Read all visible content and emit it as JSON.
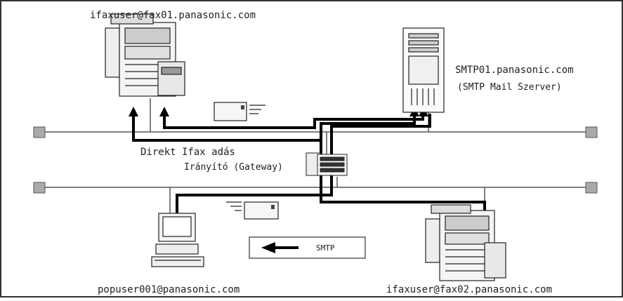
{
  "labels": {
    "fax01": "ifaxuser@fax01.panasonic.com",
    "smtp_host": "SMTP01.panasonic.com",
    "smtp_desc": "(SMTP Mail Szerver)",
    "direct": "Direkt Ifax adás",
    "gateway": "Irányító (Gateway)",
    "smtp_arrow": "SMTP",
    "pc": "popuser001@panasonic.com",
    "fax02": "ifaxuser@fax02.panasonic.com"
  },
  "colors": {
    "line_heavy": "#000000",
    "line_thin": "#555555",
    "terminator": "#aaaaaa",
    "text": "#222222"
  },
  "icons": {
    "fax01": "multifunction-printer-icon",
    "fax02": "multifunction-printer-icon",
    "server": "server-tower-icon",
    "gateway": "router-icon",
    "pc": "desktop-computer-icon",
    "envelope": "envelope-icon"
  }
}
